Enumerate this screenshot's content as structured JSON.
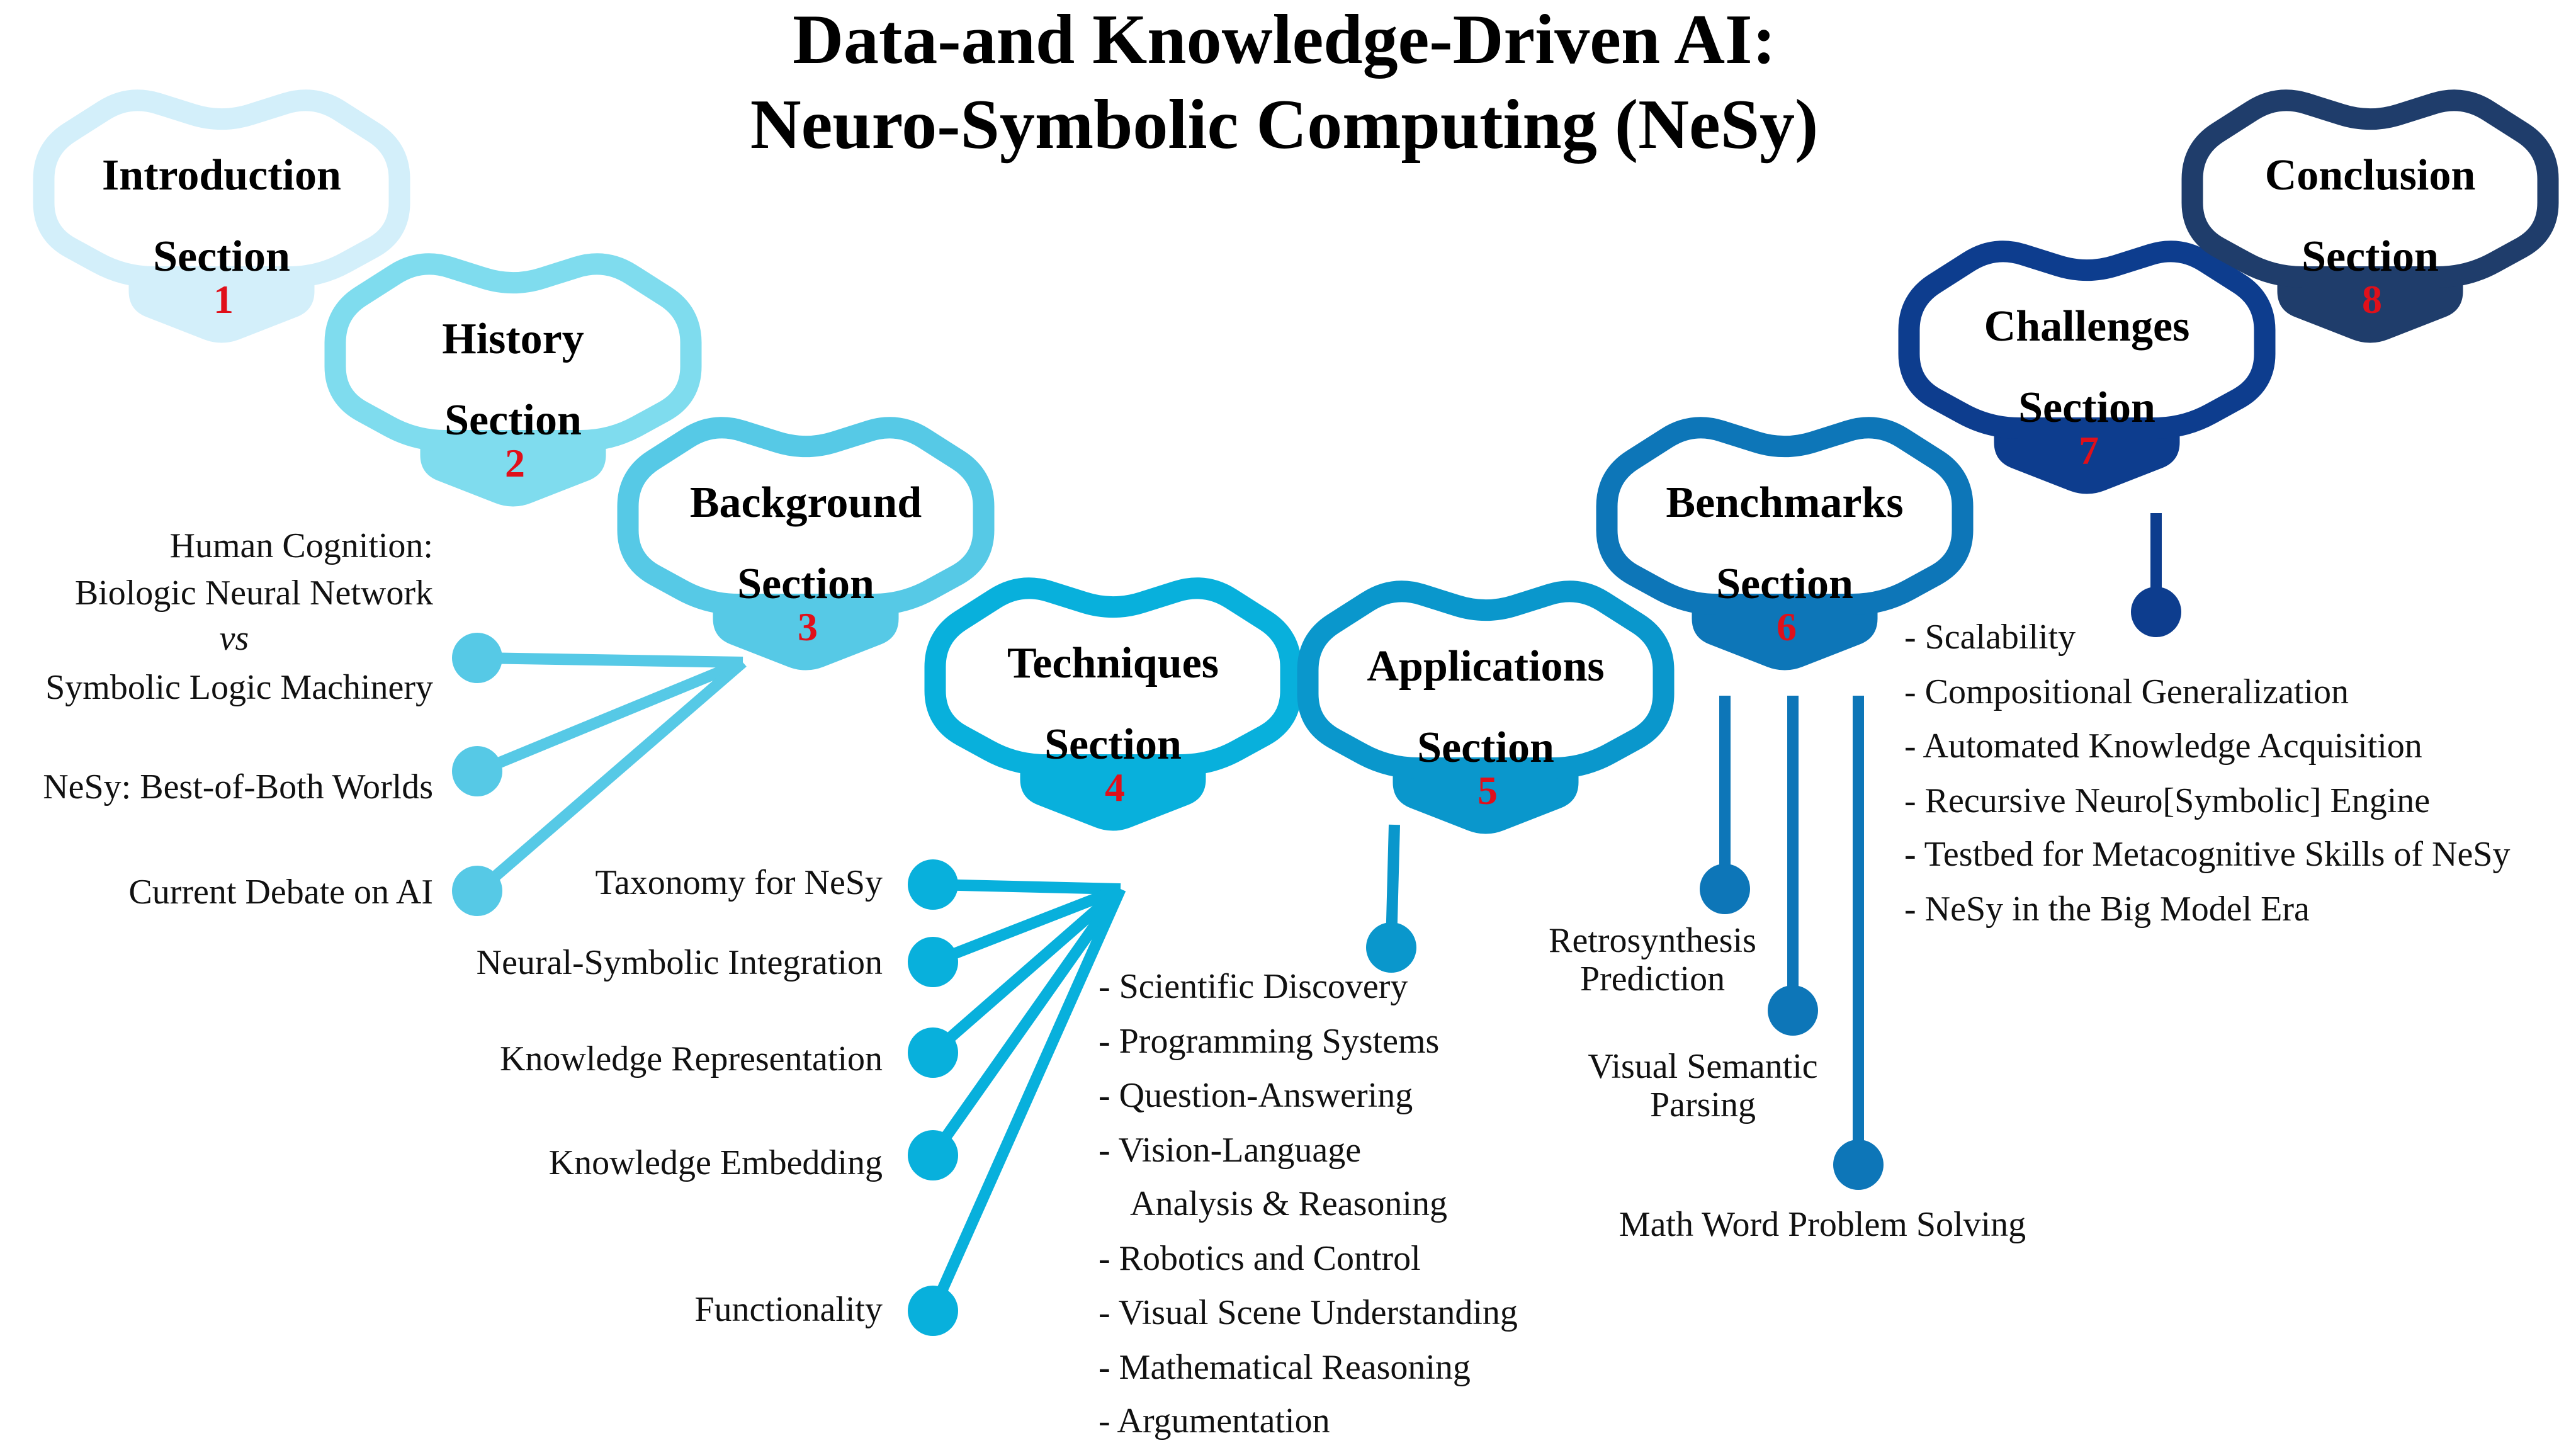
{
  "title": {
    "line1": "Data-and Knowledge-Driven AI:",
    "line2": "Neuro-Symbolic Computing (NeSy)"
  },
  "section_word": "Section",
  "sections": [
    {
      "id": "introduction",
      "label": "Introduction",
      "number": "1",
      "color": "#d3effa"
    },
    {
      "id": "history",
      "label": "History",
      "number": "2",
      "color": "#7fdcee"
    },
    {
      "id": "background",
      "label": "Background",
      "number": "3",
      "color": "#56c9e6"
    },
    {
      "id": "techniques",
      "label": "Techniques",
      "number": "4",
      "color": "#08b0dc"
    },
    {
      "id": "applications",
      "label": "Applications",
      "number": "5",
      "color": "#0a97cc"
    },
    {
      "id": "benchmarks",
      "label": "Benchmarks",
      "number": "6",
      "color": "#0d76b8"
    },
    {
      "id": "challenges",
      "label": "Challenges",
      "number": "7",
      "color": "#0d3d8e"
    },
    {
      "id": "conclusion",
      "label": "Conclusion",
      "number": "8",
      "color": "#1f3d6b"
    }
  ],
  "background_items": {
    "cognition_line1": "Human Cognition:",
    "cognition_line2": "Biologic Neural Network",
    "cognition_vs": "vs",
    "cognition_line3": "Symbolic Logic Machinery",
    "best_of_both": "NeSy: Best-of-Both Worlds",
    "debate": "Current Debate on AI"
  },
  "techniques_items": [
    "Taxonomy for NeSy",
    "Neural-Symbolic Integration",
    "Knowledge Representation",
    "Knowledge Embedding",
    "Functionality"
  ],
  "applications_items": [
    "- Scientific Discovery",
    "- Programming Systems",
    "- Question-Answering",
    "- Vision-Language",
    "Analysis & Reasoning",
    "- Robotics and Control",
    "- Visual Scene Understanding",
    "- Mathematical Reasoning",
    "- Argumentation"
  ],
  "benchmarks_items": {
    "retro_line1": "Retrosynthesis",
    "retro_line2": "Prediction",
    "visual_line1": "Visual Semantic",
    "visual_line2": "Parsing",
    "math": "Math Word Problem Solving"
  },
  "challenges_items": [
    "- Scalability",
    "- Compositional Generalization",
    "- Automated Knowledge Acquisition",
    "- Recursive Neuro[Symbolic] Engine",
    "- Testbed for Metacognitive Skills of NeSy",
    "- NeSy in the Big Model Era"
  ]
}
